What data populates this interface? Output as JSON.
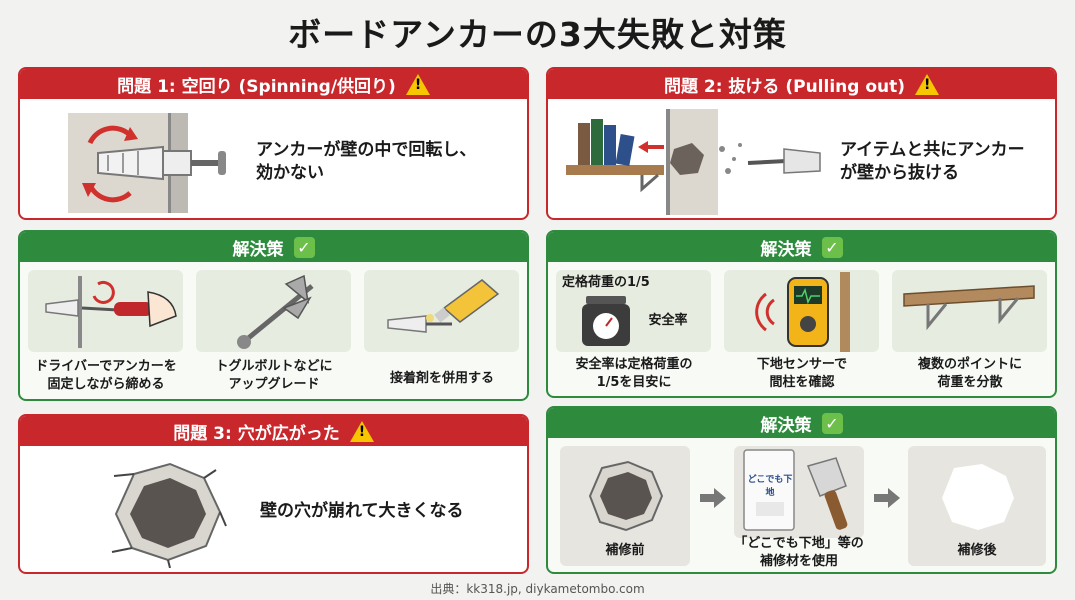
{
  "title": "ボードアンカーの3大失敗と対策",
  "problem1": {
    "header": "問題 1: 空回り (Spinning/供回り)",
    "description_line1": "アンカーが壁の中で回転し、",
    "description_line2": "効かない"
  },
  "solution1": {
    "header": "解決策",
    "items": [
      {
        "caption_line1": "ドライバーでアンカーを",
        "caption_line2": "固定しながら締める"
      },
      {
        "caption_line1": "トグルボルトなどに",
        "caption_line2": "アップグレード"
      },
      {
        "caption_line1": "接着剤を併用する",
        "caption_line2": ""
      }
    ]
  },
  "problem2": {
    "header": "問題 2: 抜ける (Pulling out)",
    "description_line1": "アイテムと共にアンカー",
    "description_line2": "が壁から抜ける"
  },
  "solution2": {
    "header": "解決策",
    "items": [
      {
        "label_top": "定格荷重の1/5",
        "label_side": "安全率",
        "caption_line1": "安全率は定格荷重の",
        "caption_line2": "1/5を目安に"
      },
      {
        "caption_line1": "下地センサーで",
        "caption_line2": "間柱を確認"
      },
      {
        "caption_line1": "複数のポイントに",
        "caption_line2": "荷重を分散"
      }
    ]
  },
  "problem3": {
    "header": "問題 3: 穴が広がった",
    "description": "壁の穴が崩れて大きくなる"
  },
  "solution3": {
    "header": "解決策",
    "items": [
      {
        "caption_line1": "補修前",
        "caption_line2": ""
      },
      {
        "package_label": "どこでも下地",
        "caption_line1": "「どこでも下地」等の",
        "caption_line2": "補修材を使用"
      },
      {
        "caption_line1": "補修後",
        "caption_line2": ""
      }
    ]
  },
  "source": "出典：kk318.jp, diykametombo.com",
  "colors": {
    "problem": "#c8282c",
    "solution": "#2e8b3e",
    "warning": "#f7c600",
    "check": "#6cc04a"
  },
  "icons": [
    "warning-icon",
    "check-icon",
    "arrow-right-icon"
  ]
}
